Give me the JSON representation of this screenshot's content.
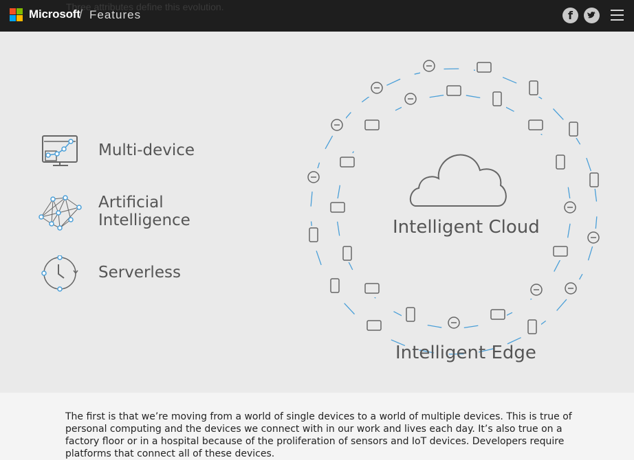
{
  "header": {
    "overlay_text": "Three attributes define this evolution.",
    "brand": "Microsoft",
    "separator": "/",
    "section": "Features",
    "logo_colors": [
      "#f25022",
      "#7fba00",
      "#00a4ef",
      "#ffb900"
    ]
  },
  "social": {
    "facebook_glyph": "f",
    "twitter_glyph": "t"
  },
  "attributes": [
    {
      "label": "Multi-device",
      "icon": "multi-device-icon"
    },
    {
      "label": "Artificial\nIntelligence",
      "icon": "neural-network-icon"
    },
    {
      "label": "Serverless",
      "icon": "clock-cycle-icon"
    }
  ],
  "diagram": {
    "cloud_label": "Intelligent Cloud",
    "edge_label": "Intelligent Edge",
    "accent_color": "#4a9fd8",
    "device_icons": [
      "key",
      "heart-monitor",
      "location-pin",
      "tablet",
      "laptop",
      "phone",
      "thermometer",
      "card-reader",
      "person",
      "newspaper",
      "car",
      "robot",
      "barcode-scanner",
      "vr-headset",
      "hand-sensor",
      "airplane",
      "tools",
      "gear",
      "game-controller",
      "train",
      "factory",
      "gauge",
      "monitor",
      "shopping-cart",
      "building",
      "robot-arm",
      "drone",
      "thermostat",
      "chip",
      "smart-lock"
    ]
  },
  "content": {
    "paragraph": "The first is that we’re moving from a world of single devices to a world of multiple devices. This is true of personal computing and the devices we connect with in our work and lives each day. It’s also true on a factory floor or in a hospital because of the proliferation of sensors and IoT devices. Developers require platforms that connect all of these devices."
  }
}
